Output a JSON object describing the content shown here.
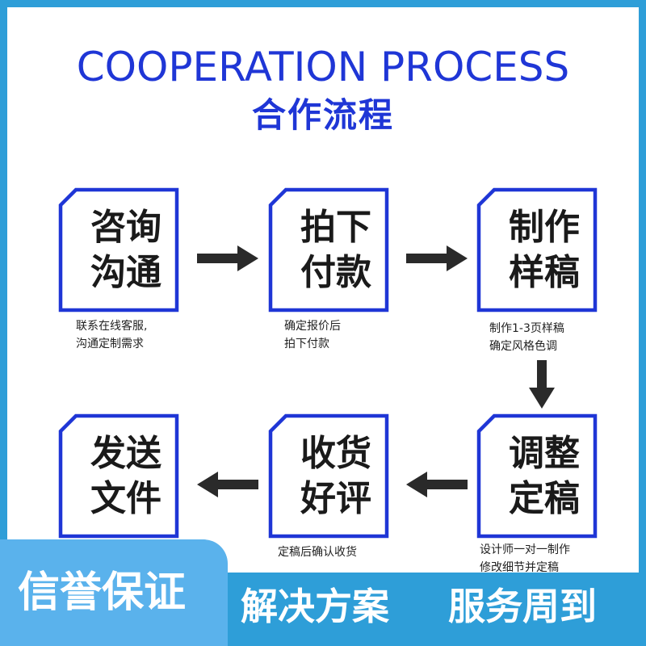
{
  "title_en": "COOPERATION PROCESS",
  "title_cn": "合作流程",
  "steps": [
    {
      "line1": "咨询",
      "line2": "沟通",
      "desc1": "联系在线客服,",
      "desc2": "沟通定制需求"
    },
    {
      "line1": "拍下",
      "line2": "付款",
      "desc1": "确定报价后",
      "desc2": "拍下付款"
    },
    {
      "line1": "制作",
      "line2": "样稿",
      "desc1": "制作1-3页样稿",
      "desc2": "确定风格色调"
    },
    {
      "line1": "调整",
      "line2": "定稿",
      "desc1": "设计师一对一制作",
      "desc2": "修改细节并定稿"
    },
    {
      "line1": "收货",
      "line2": "好评",
      "desc1": "定稿后确认收货",
      "desc2": ""
    },
    {
      "line1": "发送",
      "line2": "文件",
      "desc1": "",
      "desc2": ""
    }
  ],
  "bottom": {
    "badge": "信誉保证",
    "slogan1": "解决方案",
    "slogan2": "服务周到"
  },
  "colors": {
    "accent_blue": "#1f36d6",
    "frame_blue": "#2e9ed8",
    "badge_blue": "#5ab2ec",
    "arrow": "#2a2a2a"
  }
}
